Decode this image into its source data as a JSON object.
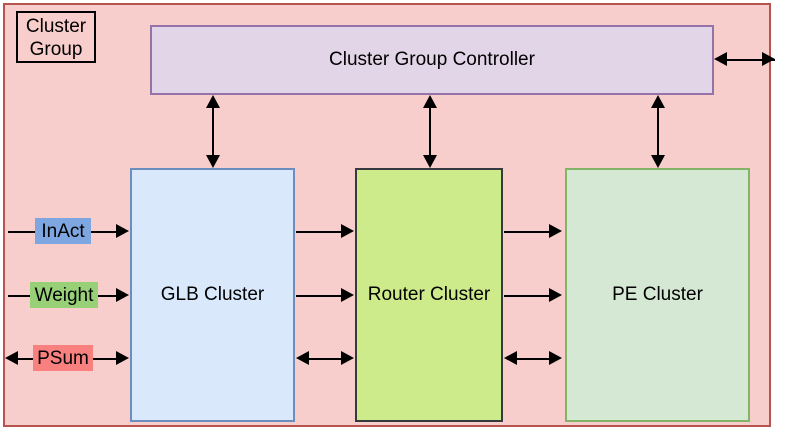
{
  "diagram": {
    "title": "Cluster Group",
    "group_caption": "Cluster\nGroup",
    "colors": {
      "group_fill": "#f8cecc",
      "group_border": "#b85450",
      "controller_fill": "#e1d5e7",
      "controller_border": "#9673a6",
      "glb_fill": "#dae8fc",
      "glb_border": "#6c8ebf",
      "router_fill": "#cdeb8b",
      "router_border": "#36393d",
      "pe_fill": "#d5e8d4",
      "pe_border": "#82b366",
      "inact_chip": "#7ea6e0",
      "weight_chip": "#97d077",
      "psum_chip": "#f8807f",
      "connector": "#000000"
    },
    "blocks": [
      {
        "id": "controller",
        "label": "Cluster Group Controller"
      },
      {
        "id": "glb",
        "label": "GLB Cluster"
      },
      {
        "id": "router",
        "label": "Router Cluster"
      },
      {
        "id": "pe",
        "label": "PE Cluster"
      }
    ],
    "signals": [
      {
        "id": "inact",
        "label": "InAct",
        "direction": "in"
      },
      {
        "id": "weight",
        "label": "Weight",
        "direction": "in"
      },
      {
        "id": "psum",
        "label": "PSum",
        "direction": "bidirectional"
      }
    ],
    "connections": [
      {
        "from": "controller",
        "to": "external",
        "direction": "bidirectional"
      },
      {
        "from": "controller",
        "to": "glb",
        "direction": "bidirectional"
      },
      {
        "from": "controller",
        "to": "router",
        "direction": "bidirectional"
      },
      {
        "from": "controller",
        "to": "pe",
        "direction": "bidirectional"
      },
      {
        "from": "external",
        "to": "glb",
        "signal": "inact",
        "direction": "in"
      },
      {
        "from": "external",
        "to": "glb",
        "signal": "weight",
        "direction": "in"
      },
      {
        "from": "external",
        "to": "glb",
        "signal": "psum",
        "direction": "bidirectional"
      },
      {
        "from": "glb",
        "to": "router",
        "signal": "inact",
        "direction": "in"
      },
      {
        "from": "glb",
        "to": "router",
        "signal": "weight",
        "direction": "in"
      },
      {
        "from": "glb",
        "to": "router",
        "signal": "psum",
        "direction": "bidirectional"
      },
      {
        "from": "router",
        "to": "pe",
        "signal": "inact",
        "direction": "in"
      },
      {
        "from": "router",
        "to": "pe",
        "signal": "weight",
        "direction": "in"
      },
      {
        "from": "router",
        "to": "pe",
        "signal": "psum",
        "direction": "bidirectional"
      }
    ]
  }
}
